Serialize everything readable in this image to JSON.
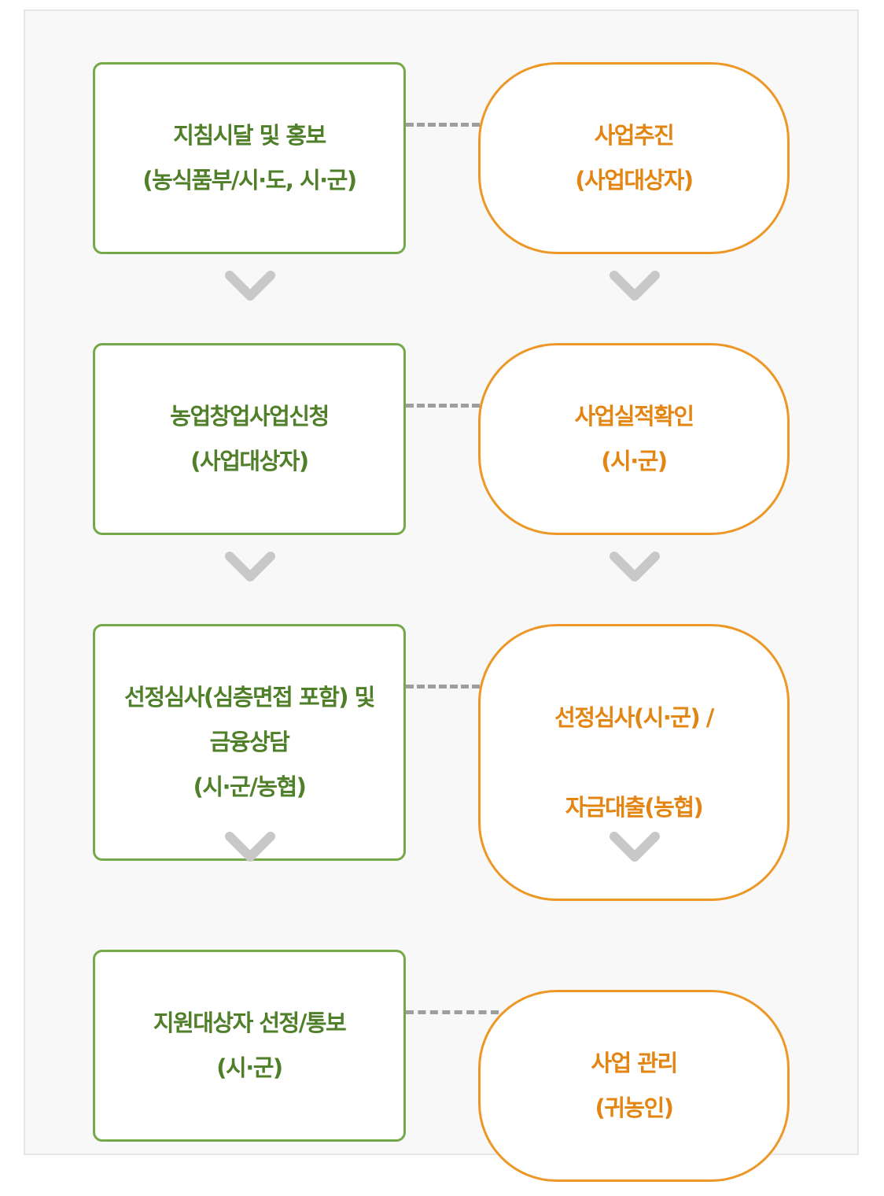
{
  "colors": {
    "panel_bg": "#f8f8f8",
    "green_border": "#74a94a",
    "green_text": "#4f7f28",
    "orange_border": "#ec9726",
    "orange_text": "#e38513",
    "connector": "#9e9e9e",
    "arrow": "#c8c8c8"
  },
  "left_steps": [
    {
      "lines": [
        "지침시달 및 홍보",
        "(농식품부/시·도, 시·군)"
      ]
    },
    {
      "lines": [
        "농업창업사업신청",
        "(사업대상자)"
      ]
    },
    {
      "lines": [
        "선정심사(심층면접 포함) 및",
        "금융상담",
        "(시·군/농협)"
      ]
    },
    {
      "lines": [
        "지원대상자 선정/통보",
        "(시·군)"
      ]
    }
  ],
  "right_steps": [
    {
      "lines": [
        "사업추진",
        "(사업대상자)"
      ]
    },
    {
      "lines": [
        "사업실적확인",
        "(시·군)"
      ]
    },
    {
      "lines": [
        "선정심사(시·군) /",
        "",
        "자금대출(농협)"
      ]
    },
    {
      "lines": [
        "사업 관리",
        "(귀농인)"
      ]
    }
  ],
  "icons": {
    "step_arrow": "chevron-down-icon"
  }
}
